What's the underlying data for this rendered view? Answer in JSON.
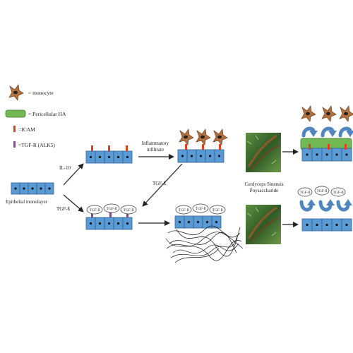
{
  "legend": {
    "monocyte": "= monocyte",
    "ha": "= Pericellular HA",
    "icam": "=ICAM",
    "tgfr": "=TGF-R (ALK5)"
  },
  "labels": {
    "il10": "IL-10",
    "tgfb_left": "TGF-ß",
    "epithelial": "Epithelial monolayer",
    "inflammatory_1": "Inflammatory",
    "inflammatory_2": "infiltrate",
    "tgfb_mid": "TGF-ß",
    "cordyceps_1": "Cordyceps Sinensis",
    "cordyceps_2": "Poysaccharide",
    "tgf_bubble": "TGF-ß"
  },
  "colors": {
    "cell_fill": "#5b9bd5",
    "cell_stroke": "#2f5f8f",
    "ha_green": "#72b955",
    "icam_red": "#e2401b",
    "tgfr_purple": "#8e3fa5",
    "monocyte_brown": "#b3723e",
    "arrow_blue": "#4f86bf"
  }
}
